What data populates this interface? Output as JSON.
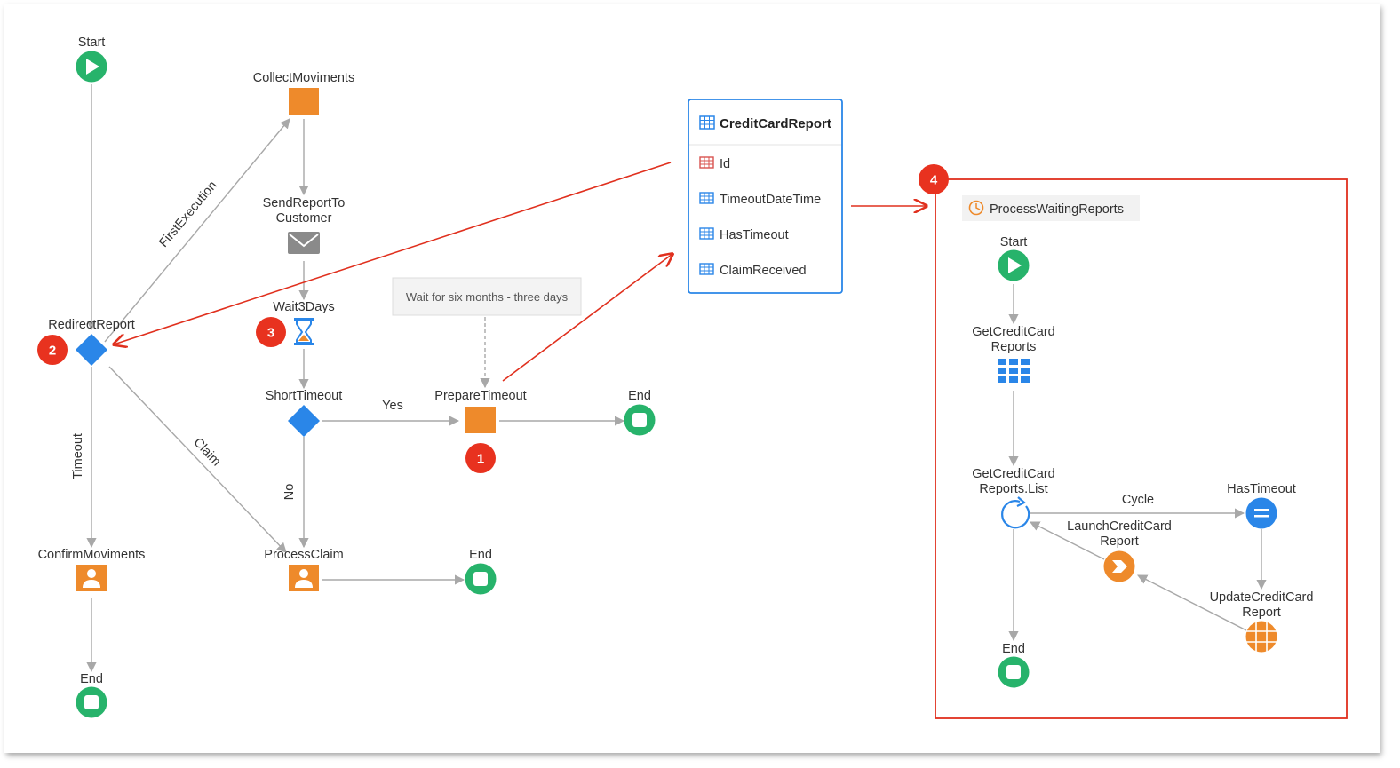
{
  "colors": {
    "start_green": "#27b36b",
    "orange": "#ee8a2b",
    "blue": "#2a86e8",
    "grey_icon": "#8a8a8a",
    "badge_red": "#e8321f",
    "connector": "#a8a8a8",
    "highlight_red": "#e0301e"
  },
  "main_flow": {
    "start": "Start",
    "collect": "CollectMoviments",
    "send_line1": "SendReportTo",
    "send_line2": "Customer",
    "wait": "Wait3Days",
    "redirect": "RedirectReport",
    "short_timeout": "ShortTimeout",
    "prepare_timeout": "PrepareTimeout",
    "end_top": "End",
    "confirm": "ConfirmMoviments",
    "process_claim": "ProcessClaim",
    "end_mid": "End",
    "end_bottom": "End",
    "edge_first_execution": "FirstExecution",
    "edge_timeout": "Timeout",
    "edge_claim": "Claim",
    "edge_yes": "Yes",
    "edge_no": "No",
    "comment": "Wait for six months - three days"
  },
  "entity": {
    "name": "CreditCardReport",
    "attributes": [
      "Id",
      "TimeoutDateTime",
      "HasTimeout",
      "ClaimReceived"
    ]
  },
  "timer_flow": {
    "title": "ProcessWaitingReports",
    "start": "Start",
    "aggregate_line1": "GetCreditCard",
    "aggregate_line2": "Reports",
    "loop_line1": "GetCreditCard",
    "loop_line2": "Reports.List",
    "cycle": "Cycle",
    "if": "HasTimeout",
    "launch_line1": "LaunchCreditCard",
    "launch_line2": "Report",
    "update_line1": "UpdateCreditCard",
    "update_line2": "Report",
    "end": "End"
  },
  "badges": [
    "1",
    "2",
    "3",
    "4"
  ]
}
